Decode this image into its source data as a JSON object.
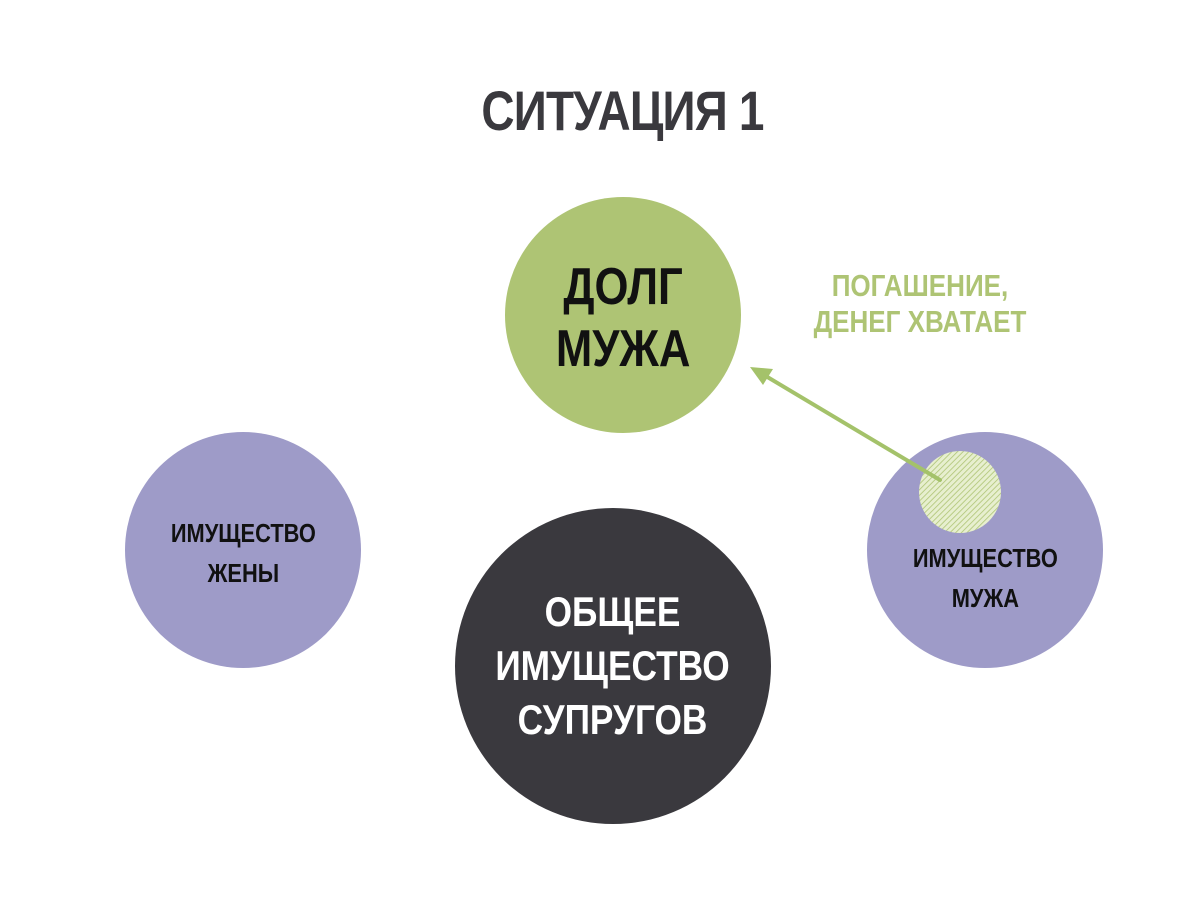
{
  "title": "СИТУАЦИЯ 1",
  "nodes": {
    "debt": {
      "line1": "ДОЛГ",
      "line2": "МУЖА"
    },
    "wife_property": {
      "line1": "ИМУЩЕСТВО",
      "line2": "ЖЕНЫ"
    },
    "husband_property": {
      "line1": "ИМУЩЕСТВО",
      "line2": "МУЖА"
    },
    "common_property": {
      "line1": "ОБЩЕЕ",
      "line2": "ИМУЩЕСТВО",
      "line3": "СУПРУГОВ"
    }
  },
  "annotation": {
    "line1": "ПОГАШЕНИЕ,",
    "line2": "ДЕНЕГ ХВАТАЕТ"
  },
  "colors": {
    "green": "#aec474",
    "lavender": "#9e9bc8",
    "dark": "#3a393e",
    "arrow": "#a4c26a"
  }
}
